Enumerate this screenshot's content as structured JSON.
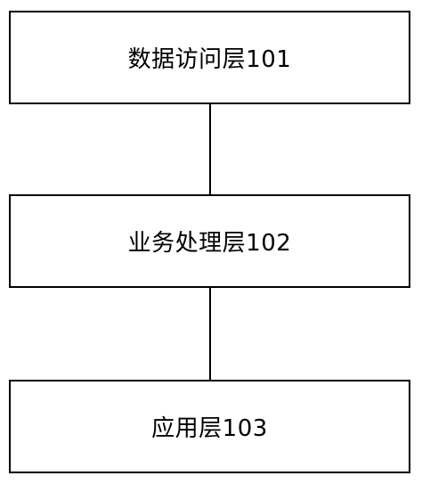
{
  "diagram": {
    "layers": [
      {
        "label": "数据访问层101"
      },
      {
        "label": "业务处理层102"
      },
      {
        "label": "应用层103"
      }
    ],
    "colors": {
      "border": "#000000",
      "background": "#ffffff",
      "text": "#000000"
    }
  }
}
